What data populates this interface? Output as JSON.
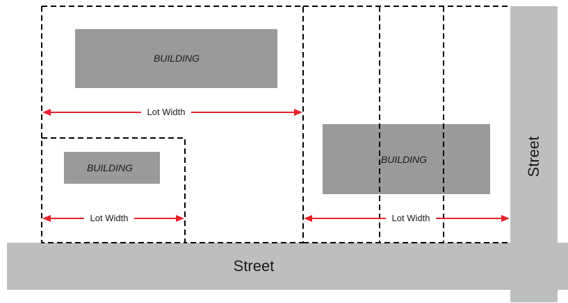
{
  "labels": {
    "street_bottom": "Street",
    "street_right": "Street",
    "building_1": "BUILDING",
    "building_2": "BUILDING",
    "building_3": "BUILDING",
    "lot_width_1": "Lot Width",
    "lot_width_2": "Lot Width",
    "lot_width_3": "Lot Width"
  },
  "colors": {
    "street": "#bcbec0",
    "building": "#9a9a9a",
    "dimension_arrow": "#e8202a",
    "lot_line": "#000000"
  }
}
